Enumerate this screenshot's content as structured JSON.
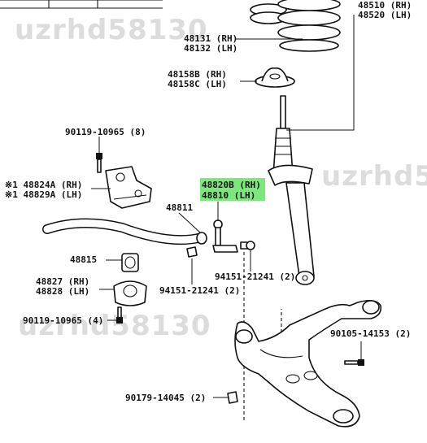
{
  "watermark": "uzrhd58130",
  "highlight_color": "#7CE87C",
  "callouts": {
    "c48510": "48510 (RH)",
    "c48520": "48520 (LH)",
    "c48131": "48131 (RH)",
    "c48132": "48132 (LH)",
    "c48158B": "48158B (RH)",
    "c48158C": "48158C (LH)",
    "c90119a": "90119-10965 (8)",
    "c48824A": "※1 48824A (RH)",
    "c48829A": "※1 48829A (LH)",
    "c48820B": "48820B (RH)",
    "c48810": "48810 (LH)",
    "c48811": "48811",
    "c48815": "48815",
    "c94151a": "94151-21241 (2)",
    "c94151b": "94151-21241 (2)",
    "c48827": "48827 (RH)",
    "c48828": "48828 (LH)",
    "c90119b": "90119-10965 (4)",
    "c90105": "90105-14153 (2)",
    "c90179": "90179-14045 (2)"
  }
}
